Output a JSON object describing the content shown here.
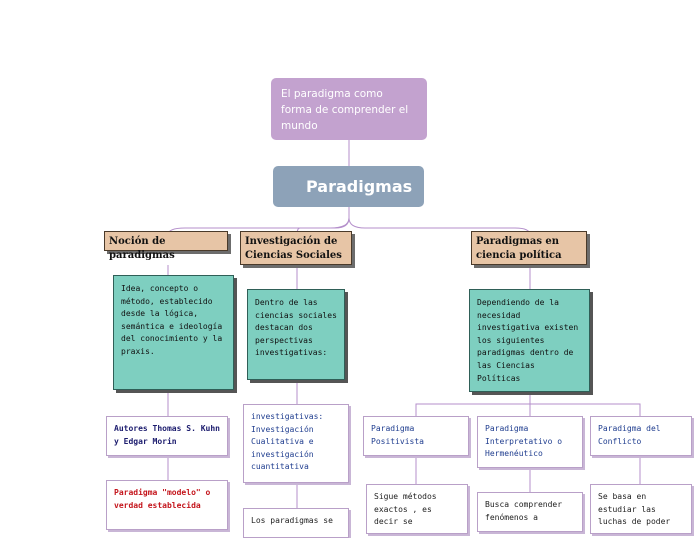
{
  "root": {
    "label": "El paradigma como forma de comprender el mundo"
  },
  "main": {
    "label": "Paradigmas"
  },
  "categories": {
    "nocion": "Noción de paradigmas",
    "investigacion": "Investigación de Ciencias Sociales",
    "ciencia_politica": "Paradigmas en ciencia política"
  },
  "details": {
    "nocion_def": "Idea, concepto o método, establecido desde la lógica, semántica e ideología del conocimiento y la praxis.",
    "investigacion_def": "Dentro de las ciencias sociales destacan dos perspectivas investigativas:",
    "politica_def": "Dependiendo de la necesidad investigativa existen los siguientes paradigmas dentro de las Ciencias Políticas",
    "autores": "Autores Thomas S. Kuhn y Edgar Morin",
    "modelo": "Paradigma \"modelo\" o verdad establecida",
    "perspectivas": "investigativas: Investigación Cualitativa e investigación cuantitativa",
    "los_paradigmas": "Los paradigmas se",
    "positivista": "Paradigma Positivista",
    "interpretativo": "Paradigma Interpretativo o Hermenéutico",
    "conflicto": "Paradigma del Conflicto",
    "positivista_desc": "Sigue métodos exactos , es decir se",
    "interpretativo_desc": "Busca comprender fenómenos a",
    "conflicto_desc": "Se basa en estudiar las luchas de poder"
  },
  "colors": {
    "root": "#c3a2cf",
    "main": "#8da2b8",
    "category": "#e7c5a6",
    "teal": "#7ecfc0",
    "connector": "#b48fcb"
  }
}
